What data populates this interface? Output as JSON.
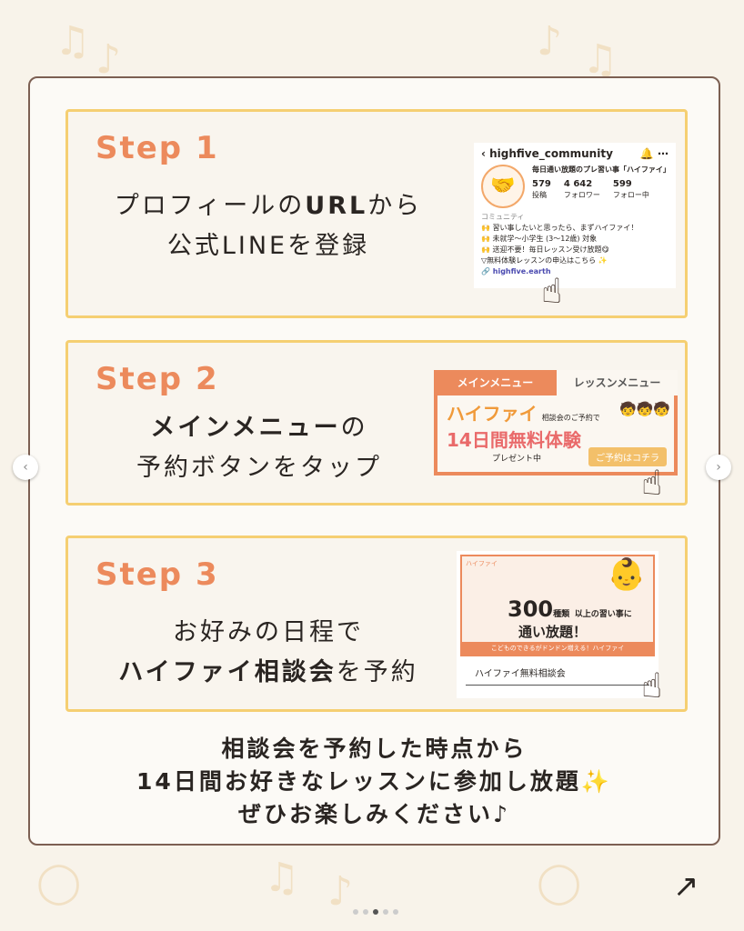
{
  "steps": [
    {
      "title": "Step 1",
      "line1_pre": "プロフィールの",
      "line1_bold": "URL",
      "line1_post": "から",
      "line2": "公式LINEを登録"
    },
    {
      "title": "Step 2",
      "line1_bold": "メインメニュー",
      "line1_post": "の",
      "line2": "予約ボタンをタップ"
    },
    {
      "title": "Step 3",
      "line1": "お好みの日程で",
      "line2_bold": "ハイファイ相談会",
      "line2_post": "を予約"
    }
  ],
  "profile": {
    "username": "highfive_community",
    "name": "毎日通い放題のプレ習い事「ハイファイ」",
    "posts": "579",
    "posts_label": "投稿",
    "followers": "4 642",
    "followers_label": "フォロワー",
    "following": "599",
    "following_label": "フォロー中",
    "category": "コミュニティ",
    "bio": [
      "🙌 習い事したいと思ったら、まずハイファイ！",
      "🙌 未就学〜小学生 (3〜12歳) 対象",
      "🙌 送迎不要！毎日レッスン受け放題😋",
      "▽無料体験レッスンの申込はこちら ✨"
    ],
    "link": "highfive.earth"
  },
  "menu": {
    "tab_main": "メインメニュー",
    "tab_lesson": "レッスンメニュー",
    "brand": "ハイファイ",
    "sub": "相談会のご予約で",
    "headline": "14日間無料体験",
    "present": "プレゼント中",
    "cta": "ご予約はコチラ"
  },
  "consult": {
    "brand": "ハイファイ",
    "big": "300",
    "kinds": "種類",
    "more": "以上の習い事に",
    "unlimited": "通い放題！",
    "banner": "こどものできるがドンドン増える！ハイファイ",
    "label": "ハイファイ無料相談会"
  },
  "footer": {
    "line1": "相談会を予約した時点から",
    "line2": "14日間お好きなレッスンに参加し放題✨",
    "line3": "ぜひお楽しみください♪"
  },
  "nav": {
    "prev": "‹",
    "next": "›"
  }
}
